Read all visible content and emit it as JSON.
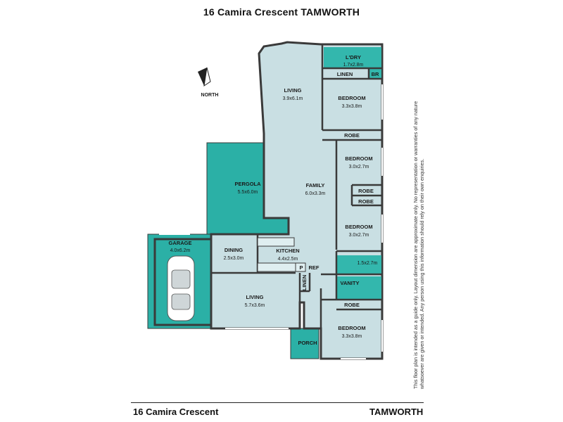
{
  "header": {
    "title": "16 Camira Crescent TAMWORTH"
  },
  "footer": {
    "address": "16 Camira Crescent",
    "suburb": "TAMWORTH"
  },
  "compass": {
    "label": "NORTH"
  },
  "disclaimer": [
    "This floor plan is intended as a guide only. Layout dimension are approximate only. No representation or warranties of any nature",
    "whatsoever are given or intended. Any person using this information should rely on their own enquiries."
  ],
  "rooms": {
    "living_north": {
      "name": "LIVING",
      "size": "3.9x6.1m"
    },
    "ldry": {
      "name": "L'DRY",
      "size": "1.7x2.8m"
    },
    "linen_top": {
      "name": "LINEN"
    },
    "br": {
      "name": "BR"
    },
    "bedroom1": {
      "name": "BEDROOM",
      "size": "3.3x3.8m"
    },
    "robe1": {
      "name": "ROBE"
    },
    "bedroom2": {
      "name": "BEDROOM",
      "size": "3.0x2.7m"
    },
    "robe2": {
      "name": "ROBE"
    },
    "robe3": {
      "name": "ROBE"
    },
    "bedroom3": {
      "name": "BEDROOM",
      "size": "3.0x2.7m"
    },
    "pergola": {
      "name": "PERGOLA",
      "size": "5.5x6.0m"
    },
    "family": {
      "name": "FAMILY",
      "size": "6.0x3.3m"
    },
    "garage": {
      "name": "GARAGE",
      "size": "4.0x6.2m"
    },
    "dining": {
      "name": "DINING",
      "size": "2.5x3.0m"
    },
    "kitchen": {
      "name": "KITCHEN",
      "size": "4.4x2.5m"
    },
    "pantry": {
      "name": "P"
    },
    "ref": {
      "name": "REF"
    },
    "bath": {
      "size": "1.5x2.7m"
    },
    "vanity": {
      "name": "VANITY"
    },
    "linen_mid": {
      "name": "LINEN"
    },
    "robe4": {
      "name": "ROBE"
    },
    "living_south": {
      "name": "LIVING",
      "size": "5.7x3.6m"
    },
    "bedroom4": {
      "name": "BEDROOM",
      "size": "3.3x3.8m"
    },
    "porch": {
      "name": "PORCH"
    }
  },
  "colors": {
    "wall": "#3a3a3a",
    "room": "#c9dfe3",
    "outdoor": "#2bb0a6",
    "wet": "#33b7ad",
    "header_text": "#111111"
  }
}
